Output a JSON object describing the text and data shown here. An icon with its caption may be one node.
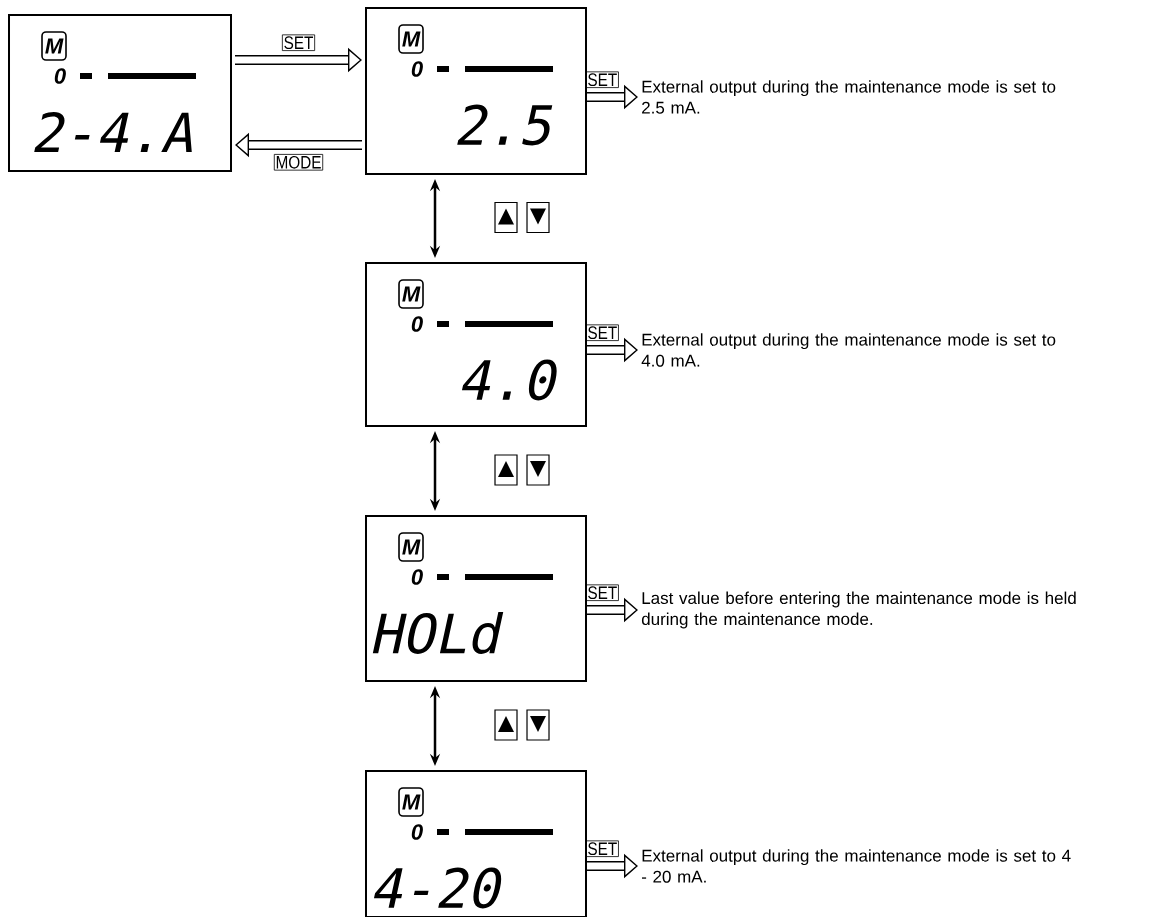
{
  "diagram": {
    "nodes": [
      {
        "text": [
          "M",
          "0",
          "2-4.A"
        ]
      },
      {
        "text": [
          "M",
          "0",
          "2.5"
        ]
      },
      {
        "text": [
          "M",
          "0",
          "4.0"
        ]
      },
      {
        "text": [
          "M",
          "0",
          "HOLd"
        ]
      },
      {
        "text": [
          "M",
          "0",
          "4-20"
        ]
      },
      {
        "text": [
          "External output during the maintenance mode is set to 2.5 mA."
        ]
      },
      {
        "text": [
          "External output during the maintenance mode is set to 4.0 mA."
        ]
      },
      {
        "text": [
          "Last value before entering the maintenance mode is held during the maintenance mode."
        ]
      },
      {
        "text": [
          "External output during the maintenance mode is set to 4 - 20 mA."
        ]
      }
    ],
    "edges": [
      {
        "from": 0,
        "to": 1,
        "arrow": "to",
        "label": "SET"
      },
      {
        "from": 1,
        "to": 0,
        "arrow": "to",
        "label": "MODE"
      },
      {
        "from": 1,
        "to": 2,
        "arrow": "both"
      },
      {
        "from": 2,
        "to": 3,
        "arrow": "both"
      },
      {
        "from": 3,
        "to": 4,
        "arrow": "both"
      },
      {
        "from": 1,
        "to": 5,
        "arrow": "to",
        "label": "SET"
      },
      {
        "from": 2,
        "to": 6,
        "arrow": "to",
        "label": "SET"
      },
      {
        "from": 3,
        "to": 7,
        "arrow": "to",
        "label": "SET"
      },
      {
        "from": 4,
        "to": 8,
        "arrow": "to",
        "label": "SET"
      }
    ]
  }
}
